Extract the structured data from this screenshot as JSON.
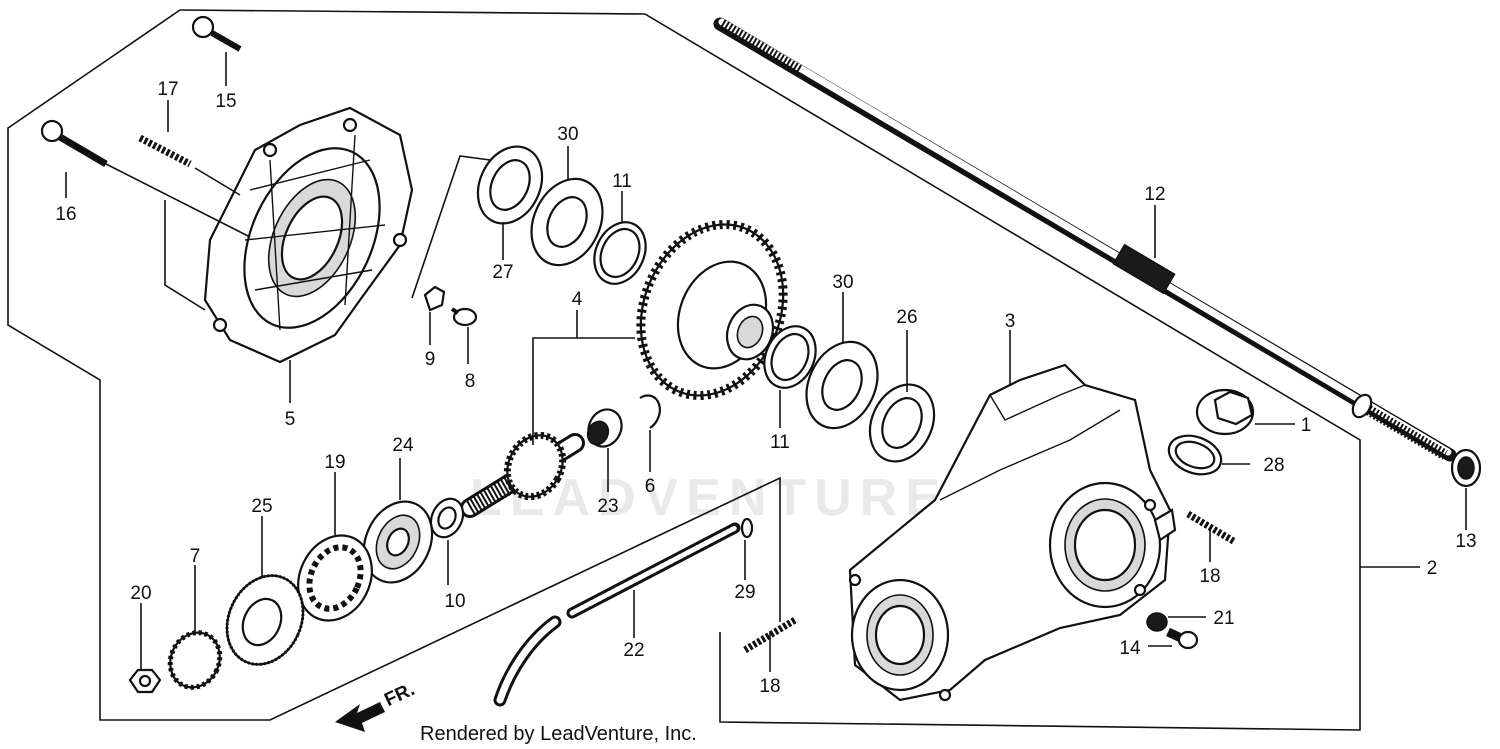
{
  "credit": "Rendered by LeadVenture, Inc.",
  "watermark": "LEADVENTURE",
  "direction_label": "FR.",
  "parts": [
    {
      "id": "p1",
      "label": "1"
    },
    {
      "id": "p2",
      "label": "2"
    },
    {
      "id": "p3",
      "label": "3"
    },
    {
      "id": "p4",
      "label": "4"
    },
    {
      "id": "p5",
      "label": "5"
    },
    {
      "id": "p6",
      "label": "6"
    },
    {
      "id": "p7",
      "label": "7"
    },
    {
      "id": "p8",
      "label": "8"
    },
    {
      "id": "p9",
      "label": "9"
    },
    {
      "id": "p10",
      "label": "10"
    },
    {
      "id": "p11a",
      "label": "11"
    },
    {
      "id": "p11b",
      "label": "11"
    },
    {
      "id": "p12",
      "label": "12"
    },
    {
      "id": "p13",
      "label": "13"
    },
    {
      "id": "p14",
      "label": "14"
    },
    {
      "id": "p15",
      "label": "15"
    },
    {
      "id": "p16",
      "label": "16"
    },
    {
      "id": "p17",
      "label": "17"
    },
    {
      "id": "p18a",
      "label": "18"
    },
    {
      "id": "p18b",
      "label": "18"
    },
    {
      "id": "p19",
      "label": "19"
    },
    {
      "id": "p20",
      "label": "20"
    },
    {
      "id": "p21",
      "label": "21"
    },
    {
      "id": "p22",
      "label": "22"
    },
    {
      "id": "p23",
      "label": "23"
    },
    {
      "id": "p24",
      "label": "24"
    },
    {
      "id": "p25",
      "label": "25"
    },
    {
      "id": "p26",
      "label": "26"
    },
    {
      "id": "p27",
      "label": "27"
    },
    {
      "id": "p28",
      "label": "28"
    },
    {
      "id": "p29",
      "label": "29"
    },
    {
      "id": "p30a",
      "label": "30"
    },
    {
      "id": "p30b",
      "label": "30"
    }
  ]
}
